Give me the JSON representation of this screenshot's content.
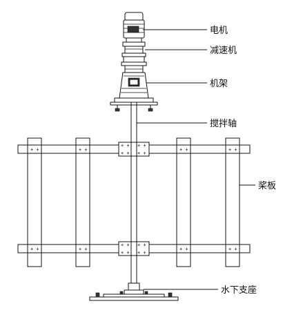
{
  "labels": {
    "motor": "电机",
    "reducer": "减速机",
    "frame": "机架",
    "shaft": "搅拌轴",
    "paddle": "桨板",
    "support": "水下支座"
  },
  "colors": {
    "line": "#111111",
    "background": "#ffffff"
  }
}
